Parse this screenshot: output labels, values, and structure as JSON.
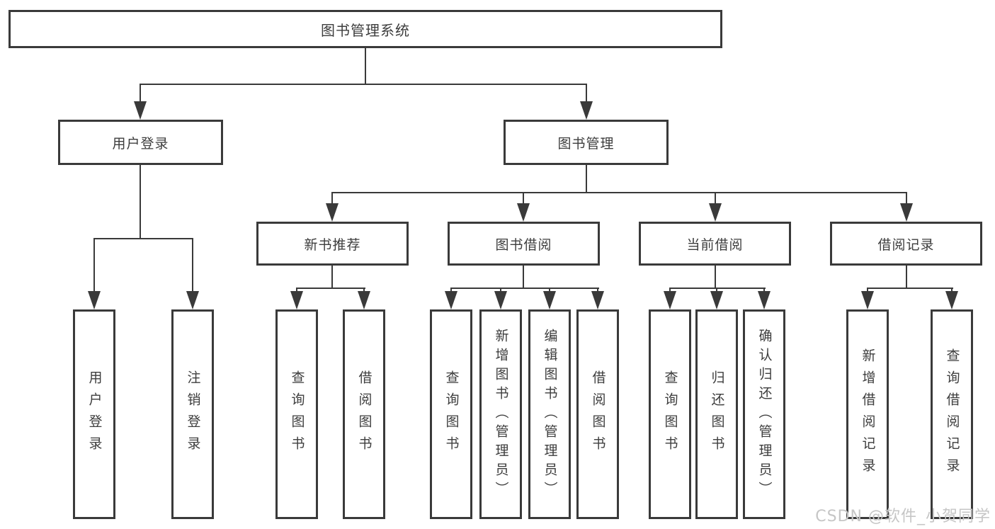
{
  "diagram": {
    "root": "图书管理系统",
    "level2": [
      "用户登录",
      "图书管理"
    ],
    "level3": [
      "新书推荐",
      "图书借阅",
      "当前借阅",
      "借阅记录"
    ],
    "leaves": {
      "user_login": [
        "用户登录",
        "注销登录"
      ],
      "new_books": [
        "查询图书",
        "借阅图书"
      ],
      "book_borrow": [
        "查询图书",
        "新增图书（管理员）",
        "编辑图书（管理员）",
        "借阅图书"
      ],
      "current_borrow": [
        "查询图书",
        "归还图书",
        "确认归还（管理员）"
      ],
      "borrow_records": [
        "新增借阅记录",
        "查询借阅记录"
      ]
    }
  },
  "watermark": "CSDN @软件_小贺同学",
  "colors": {
    "line": "#3a3a3a",
    "text": "#3d3d3d",
    "watermark": "#c6c6c6",
    "background": "#ffffff"
  }
}
